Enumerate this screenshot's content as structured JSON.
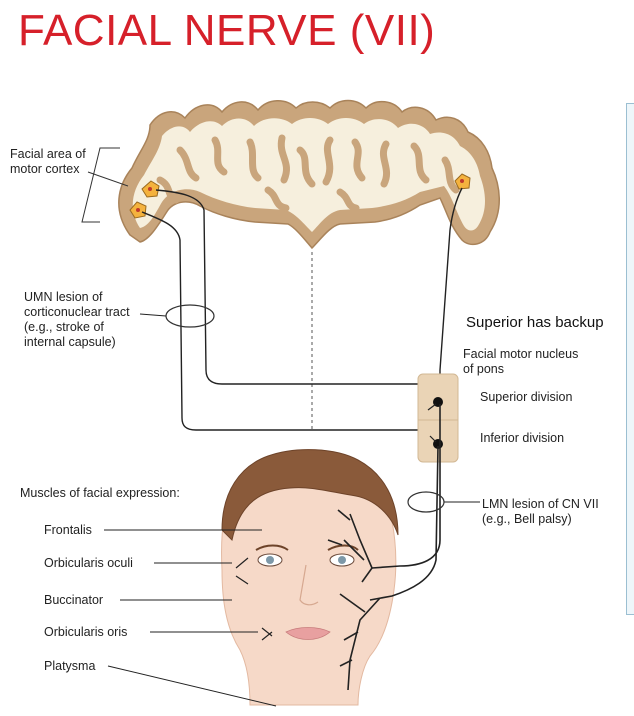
{
  "title": "FACIAL NERVE (VII)",
  "labels": {
    "facial_area": "Facial area of\nmotor cortex",
    "umn_lesion": "UMN lesion of\ncorticonuclear tract\n(e.g., stroke of\ninternal capsule)",
    "superior_backup": "Superior has backup",
    "facial_motor_nucleus": "Facial motor nucleus\nof pons",
    "superior_division": "Superior division",
    "inferior_division": "Inferior division",
    "muscles_heading": "Muscles of facial expression:",
    "lmn_lesion": "LMN lesion of CN VII\n(e.g., Bell palsy)",
    "frontalis": "Frontalis",
    "orbicularis_oculi": "Orbicularis oculi",
    "buccinator": "Buccinator",
    "orbicularis_oris": "Orbicularis oris",
    "platysma": "Platysma"
  },
  "colors": {
    "title": "#d6202a",
    "cortex_fill": "#c9a57c",
    "cortex_inner": "#f6efdd",
    "neuron": "#f4b23e",
    "pons": "#ead4b6",
    "skin": "#f6d9c8",
    "hair": "#8a5a3a",
    "panel_bg": "#eef6fa"
  }
}
